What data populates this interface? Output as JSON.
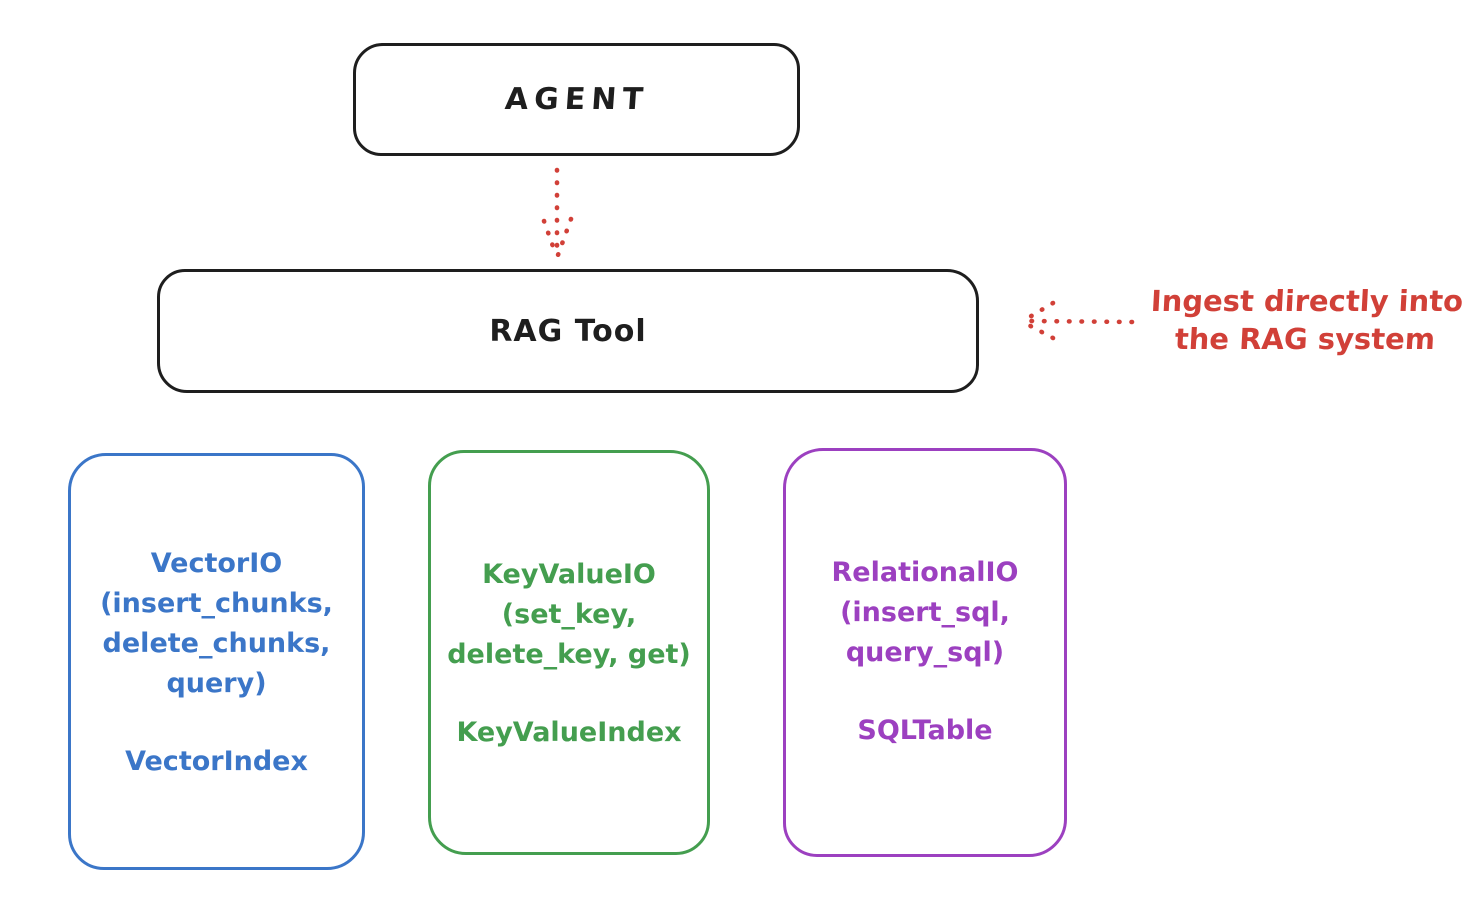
{
  "agent_box": {
    "label": "AGENT"
  },
  "rag_box": {
    "label": "RAG Tool"
  },
  "annotation": {
    "line1": "Ingest directly into",
    "line2": "the RAG system"
  },
  "io_boxes": {
    "vector": {
      "title": "VectorIO",
      "methods": [
        "(insert_chunks,",
        "delete_chunks,",
        "query)"
      ],
      "index_label": "VectorIndex"
    },
    "keyvalue": {
      "title": "KeyValueIO",
      "methods": [
        "(set_key,",
        "delete_key, get)"
      ],
      "index_label": "KeyValueIndex"
    },
    "relational": {
      "title": "RelationalIO",
      "methods": [
        "(insert_sql,",
        "query_sql)"
      ],
      "index_label": "SQLTable"
    }
  },
  "colors": {
    "stroke": "#1e1e1e",
    "arrow_red": "#d14038",
    "vector_blue": "#3b76c8",
    "keyvalue_green": "#449e4f",
    "relational_purple": "#9c40c0"
  }
}
